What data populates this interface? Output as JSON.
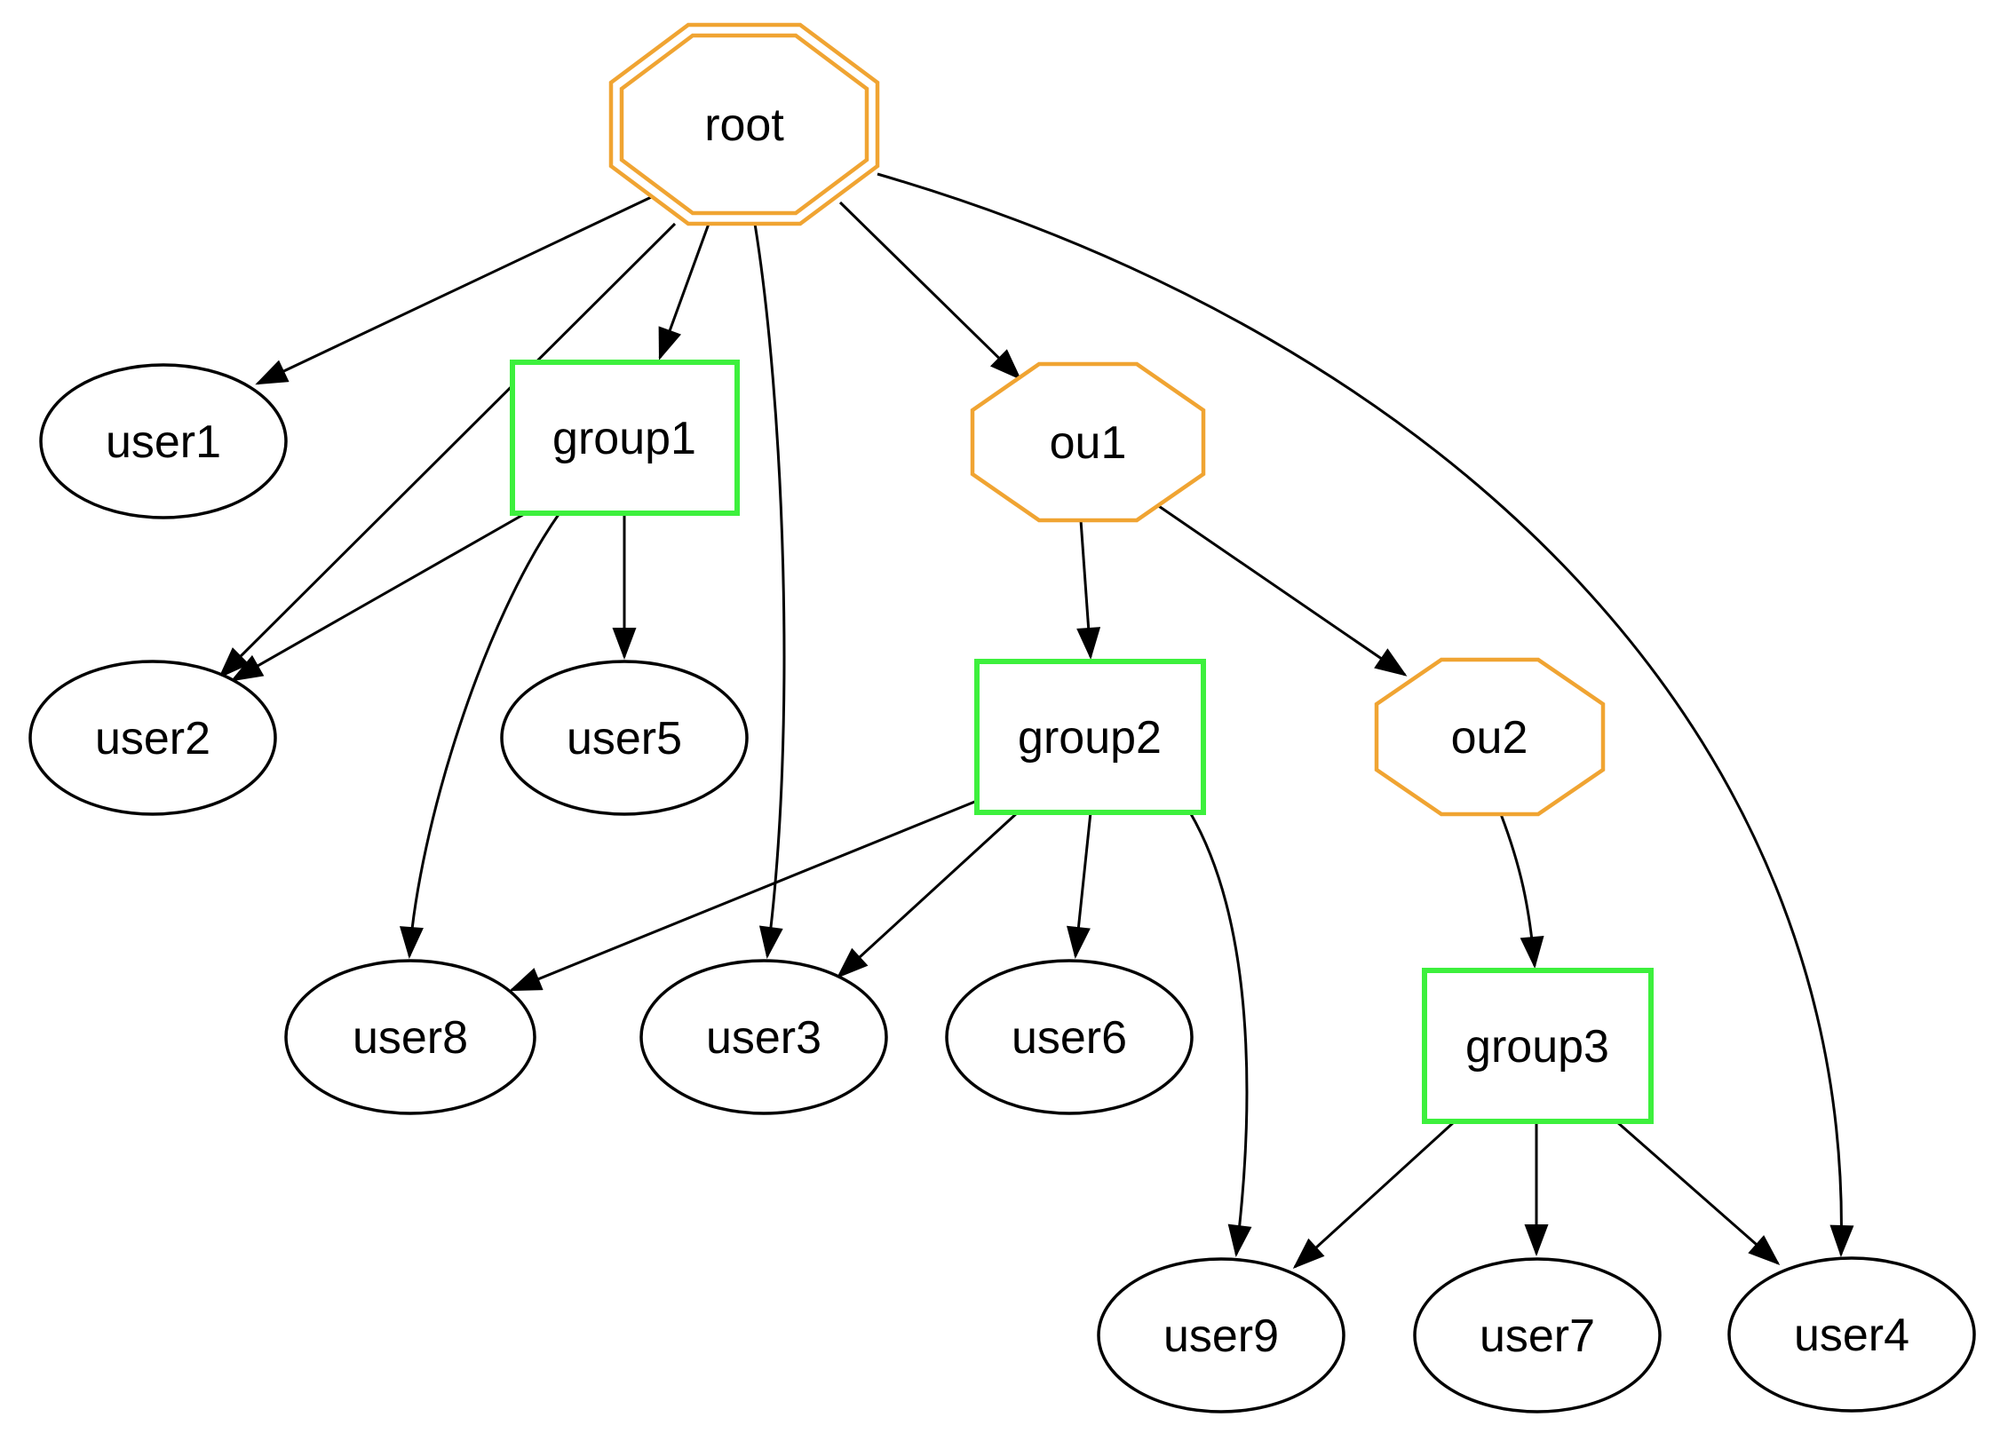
{
  "graph": {
    "type": "directed-graph",
    "background": "#ffffff",
    "colors": {
      "user_border": "#000000",
      "group_border": "#3df03d",
      "ou_border": "#f0a432",
      "edge": "#000000",
      "label": "#000000"
    },
    "nodes": {
      "root": {
        "label": "root",
        "shape": "doubleoctagon",
        "border_color": "#f0a432"
      },
      "user1": {
        "label": "user1",
        "shape": "ellipse",
        "border_color": "#000000"
      },
      "user2": {
        "label": "user2",
        "shape": "ellipse",
        "border_color": "#000000"
      },
      "user3": {
        "label": "user3",
        "shape": "ellipse",
        "border_color": "#000000"
      },
      "user4": {
        "label": "user4",
        "shape": "ellipse",
        "border_color": "#000000"
      },
      "user5": {
        "label": "user5",
        "shape": "ellipse",
        "border_color": "#000000"
      },
      "user6": {
        "label": "user6",
        "shape": "ellipse",
        "border_color": "#000000"
      },
      "user7": {
        "label": "user7",
        "shape": "ellipse",
        "border_color": "#000000"
      },
      "user8": {
        "label": "user8",
        "shape": "ellipse",
        "border_color": "#000000"
      },
      "user9": {
        "label": "user9",
        "shape": "ellipse",
        "border_color": "#000000"
      },
      "group1": {
        "label": "group1",
        "shape": "box",
        "border_color": "#3df03d"
      },
      "group2": {
        "label": "group2",
        "shape": "box",
        "border_color": "#3df03d"
      },
      "group3": {
        "label": "group3",
        "shape": "box",
        "border_color": "#3df03d"
      },
      "ou1": {
        "label": "ou1",
        "shape": "octagon",
        "border_color": "#f0a432"
      },
      "ou2": {
        "label": "ou2",
        "shape": "octagon",
        "border_color": "#f0a432"
      }
    },
    "edges": [
      {
        "from": "root",
        "to": "user1"
      },
      {
        "from": "root",
        "to": "user2"
      },
      {
        "from": "root",
        "to": "group1"
      },
      {
        "from": "root",
        "to": "user3"
      },
      {
        "from": "root",
        "to": "ou1"
      },
      {
        "from": "root",
        "to": "user4"
      },
      {
        "from": "group1",
        "to": "user2"
      },
      {
        "from": "group1",
        "to": "user5"
      },
      {
        "from": "group1",
        "to": "user8"
      },
      {
        "from": "ou1",
        "to": "group2"
      },
      {
        "from": "ou1",
        "to": "ou2"
      },
      {
        "from": "group2",
        "to": "user8"
      },
      {
        "from": "group2",
        "to": "user3"
      },
      {
        "from": "group2",
        "to": "user6"
      },
      {
        "from": "group2",
        "to": "user9"
      },
      {
        "from": "ou2",
        "to": "group3"
      },
      {
        "from": "group3",
        "to": "user9"
      },
      {
        "from": "group3",
        "to": "user7"
      },
      {
        "from": "group3",
        "to": "user4"
      }
    ]
  }
}
